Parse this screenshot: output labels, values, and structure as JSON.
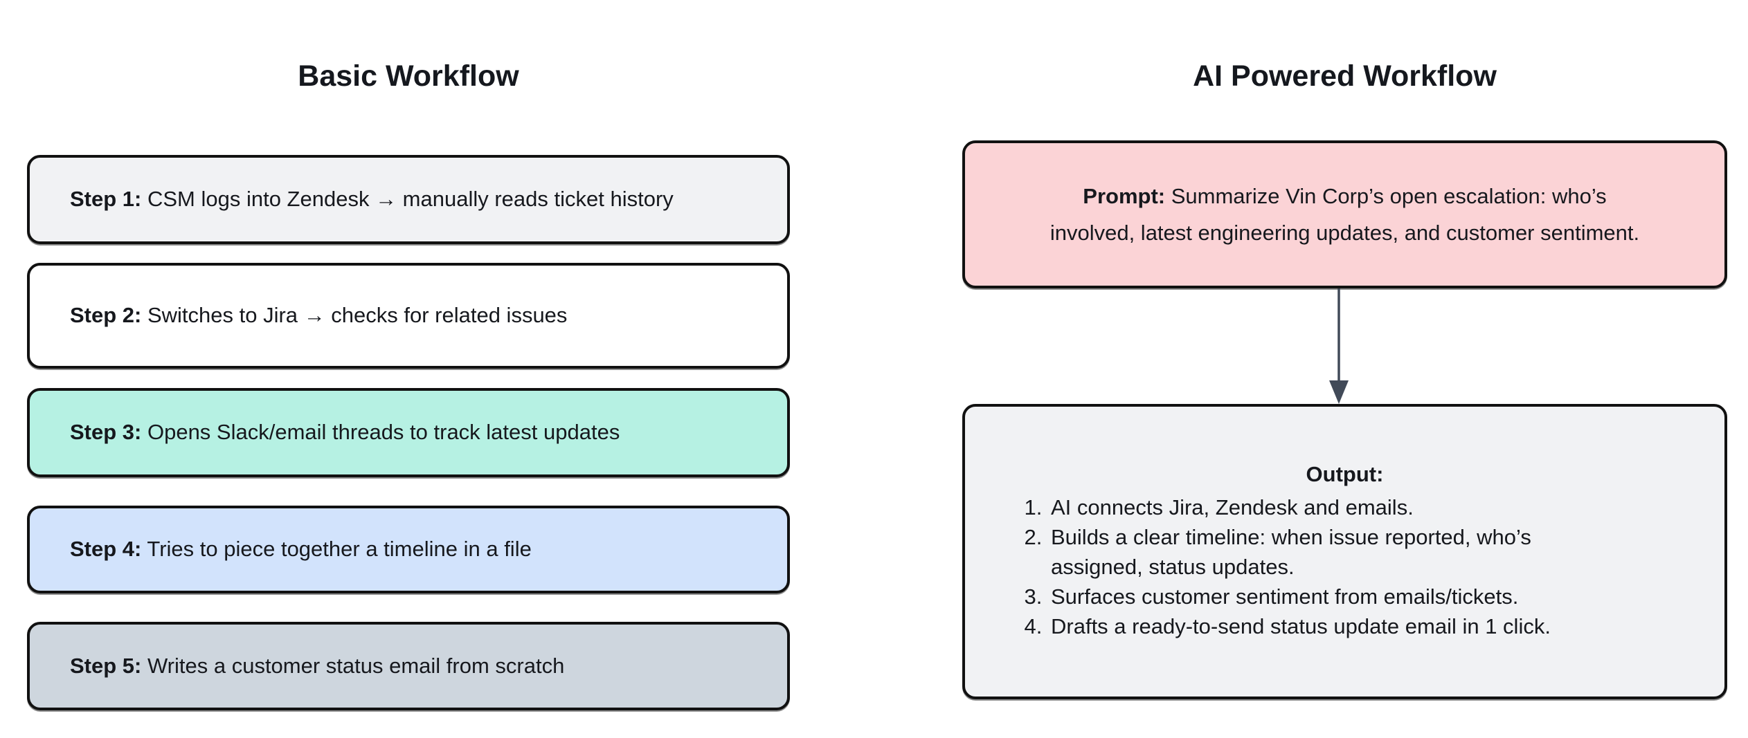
{
  "basic": {
    "title": "Basic Workflow",
    "steps": [
      {
        "label": "Step 1:",
        "text": " CSM logs into Zendesk → manually reads ticket history",
        "fill": "#f1f2f4"
      },
      {
        "label": "Step 2:",
        "text": " Switches to Jira → checks for related issues",
        "fill": "#ffffff"
      },
      {
        "label": "Step 3:",
        "text": " Opens Slack/email threads to track latest updates",
        "fill": "#b6f1e3"
      },
      {
        "label": "Step 4:",
        "text": " Tries to piece together a timeline in a file",
        "fill": "#d2e3fc"
      },
      {
        "label": "Step 5:",
        "text": " Writes a customer status email from scratch",
        "fill": "#ced6de"
      }
    ]
  },
  "ai": {
    "title": "AI Powered Workflow",
    "prompt": {
      "label": "Prompt:",
      "text": " Summarize Vin Corp’s open escalation: who’s involved, latest engineering updates, and customer sentiment.",
      "fill": "#fbd3d6"
    },
    "output": {
      "heading": "Output:",
      "items": [
        "AI connects Jira, Zendesk and emails.",
        "Builds a clear timeline: when issue reported, who’s assigned, status updates.",
        "Surfaces customer sentiment from emails/tickets.",
        "Drafts a ready-to-send status update email in 1 click."
      ],
      "fill": "#f1f2f4"
    }
  },
  "colors": {
    "border": "#111111",
    "arrow": "#414a58",
    "text": "#16181d",
    "background": "#ffffff"
  }
}
